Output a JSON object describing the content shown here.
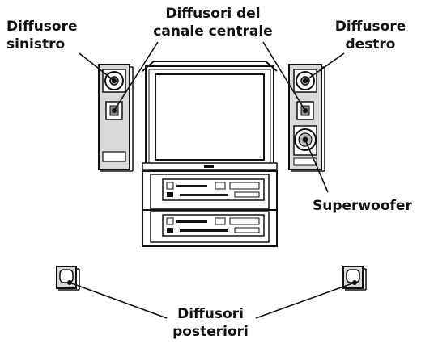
{
  "labels": {
    "left_speaker": [
      "Diffusore",
      "sinistro"
    ],
    "center_channel": [
      "Diffusori del",
      "canale centrale"
    ],
    "right_speaker": [
      "Diffusore",
      "destro"
    ],
    "superwoofer": "Superwoofer",
    "rear_speakers": [
      "Diffusori",
      "posteriori"
    ]
  },
  "colors": {
    "line": "#111111",
    "panel_fill": "#d9d9d9",
    "screen_fill": "#ffffff",
    "background": "#ffffff"
  }
}
